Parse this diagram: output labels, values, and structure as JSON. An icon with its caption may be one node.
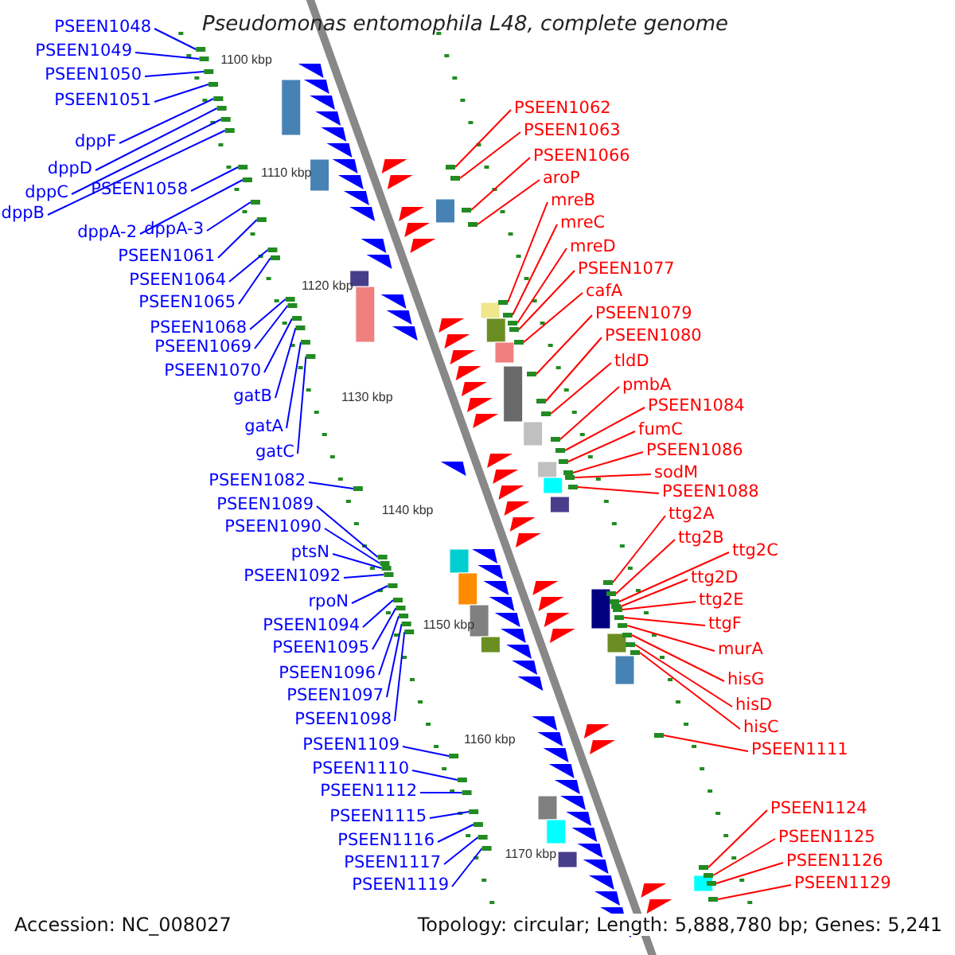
{
  "diagram": {
    "title": "Pseudomonas entomophila L48, complete genome",
    "nodes": [
      {
        "text": [
          "PSEEN1048"
        ]
      },
      {
        "text": [
          "PSEEN1049"
        ]
      },
      {
        "text": [
          "PSEEN1050"
        ]
      },
      {
        "text": [
          "PSEEN1051"
        ]
      },
      {
        "text": [
          "dppF"
        ]
      },
      {
        "text": [
          "dppD"
        ]
      },
      {
        "text": [
          "dppC"
        ]
      },
      {
        "text": [
          "dppB"
        ]
      },
      {
        "text": [
          "PSEEN1058"
        ]
      },
      {
        "text": [
          "dppA-2"
        ]
      },
      {
        "text": [
          "dppA-3"
        ]
      },
      {
        "text": [
          "PSEEN1061"
        ]
      },
      {
        "text": [
          "PSEEN1064"
        ]
      },
      {
        "text": [
          "PSEEN1065"
        ]
      },
      {
        "text": [
          "PSEEN1068"
        ]
      },
      {
        "text": [
          "PSEEN1069"
        ]
      },
      {
        "text": [
          "PSEEN1070"
        ]
      },
      {
        "text": [
          "gatB"
        ]
      },
      {
        "text": [
          "gatA"
        ]
      },
      {
        "text": [
          "gatC"
        ]
      },
      {
        "text": [
          "PSEEN1082"
        ]
      },
      {
        "text": [
          "PSEEN1089"
        ]
      },
      {
        "text": [
          "PSEEN1090"
        ]
      },
      {
        "text": [
          "ptsN"
        ]
      },
      {
        "text": [
          "PSEEN1092"
        ]
      },
      {
        "text": [
          "rpoN"
        ]
      },
      {
        "text": [
          "PSEEN1094"
        ]
      },
      {
        "text": [
          "PSEEN1095"
        ]
      },
      {
        "text": [
          "PSEEN1096"
        ]
      },
      {
        "text": [
          "PSEEN1097"
        ]
      },
      {
        "text": [
          "PSEEN1098"
        ]
      },
      {
        "text": [
          "PSEEN1109"
        ]
      },
      {
        "text": [
          "PSEEN1110"
        ]
      },
      {
        "text": [
          "PSEEN1112"
        ]
      },
      {
        "text": [
          "PSEEN1115"
        ]
      },
      {
        "text": [
          "PSEEN1116"
        ]
      },
      {
        "text": [
          "PSEEN1117"
        ]
      },
      {
        "text": [
          "PSEEN1119"
        ]
      },
      {
        "text": [
          "PSEEN1062"
        ]
      },
      {
        "text": [
          "PSEEN1063"
        ]
      },
      {
        "text": [
          "PSEEN1066"
        ]
      },
      {
        "text": [
          "aroP"
        ]
      },
      {
        "text": [
          "mreB"
        ]
      },
      {
        "text": [
          "mreC"
        ]
      },
      {
        "text": [
          "mreD"
        ]
      },
      {
        "text": [
          "PSEEN1077"
        ]
      },
      {
        "text": [
          "cafA"
        ]
      },
      {
        "text": [
          "PSEEN1079"
        ]
      },
      {
        "text": [
          "PSEEN1080"
        ]
      },
      {
        "text": [
          "tldD"
        ]
      },
      {
        "text": [
          "pmbA"
        ]
      },
      {
        "text": [
          "PSEEN1084"
        ]
      },
      {
        "text": [
          "fumC"
        ]
      },
      {
        "text": [
          "PSEEN1086"
        ]
      },
      {
        "text": [
          "sodM"
        ]
      },
      {
        "text": [
          "PSEEN1088"
        ]
      },
      {
        "text": [
          "ttg2A"
        ]
      },
      {
        "text": [
          "ttg2B"
        ]
      },
      {
        "text": [
          "ttg2C"
        ]
      },
      {
        "text": [
          "ttg2D"
        ]
      },
      {
        "text": [
          "ttg2E"
        ]
      },
      {
        "text": [
          "ttgF"
        ]
      },
      {
        "text": [
          "murA"
        ]
      },
      {
        "text": [
          "hisG"
        ]
      },
      {
        "text": [
          "hisD"
        ]
      },
      {
        "text": [
          "hisC"
        ]
      },
      {
        "text": [
          "PSEEN1111"
        ]
      },
      {
        "text": [
          "PSEEN1124"
        ]
      },
      {
        "text": [
          "PSEEN1125"
        ]
      },
      {
        "text": [
          "PSEEN1126"
        ]
      },
      {
        "text": [
          "PSEEN1129"
        ]
      },
      {
        "text": [],
        "shape": "bar"
      },
      {
        "text": [],
        "shape": "bar"
      },
      {
        "text": [],
        "shape": "bar"
      },
      {
        "text": [],
        "shape": "bar"
      },
      {
        "text": [],
        "shape": "bar"
      },
      {
        "text": [],
        "shape": "bar"
      },
      {
        "text": [],
        "shape": "bar"
      },
      {
        "text": [],
        "shape": "bar"
      },
      {
        "text": [],
        "shape": "bar"
      },
      {
        "text": [],
        "shape": "bar"
      },
      {
        "text": [],
        "shape": "bar"
      },
      {
        "text": [],
        "shape": "bar"
      },
      {
        "text": [],
        "shape": "bar"
      },
      {
        "text": [],
        "shape": "bar"
      },
      {
        "text": [],
        "shape": "bar"
      },
      {
        "text": [],
        "shape": "bar"
      },
      {
        "text": [],
        "shape": "bar"
      },
      {
        "text": [],
        "shape": "bar"
      },
      {
        "text": [],
        "shape": "bar"
      },
      {
        "text": [],
        "shape": "bar"
      },
      {
        "text": [],
        "shape": "bar"
      },
      {
        "text": [],
        "shape": "bar"
      },
      {
        "text": [],
        "shape": "bar"
      },
      {
        "text": [],
        "shape": "bar"
      },
      {
        "text": [],
        "shape": "bar"
      },
      {
        "text": [],
        "shape": "bar"
      },
      {
        "text": [],
        "shape": "bar"
      },
      {
        "text": [],
        "shape": "bar"
      },
      {
        "text": [],
        "shape": "bar"
      },
      {
        "text": [],
        "shape": "bar"
      },
      {
        "text": [],
        "shape": "bar"
      },
      {
        "text": [],
        "shape": "bar"
      },
      {
        "text": [],
        "shape": "bar"
      },
      {
        "text": [],
        "shape": "bar"
      },
      {
        "text": [],
        "shape": "bar"
      },
      {
        "text": [],
        "shape": "bar"
      },
      {
        "text": [],
        "shape": "bar"
      },
      {
        "text": [],
        "shape": "bar"
      },
      {
        "text": [],
        "shape": "bar"
      },
      {
        "text": [],
        "shape": "bar"
      },
      {
        "text": [],
        "shape": "bar"
      },
      {
        "text": [],
        "shape": "bar"
      },
      {
        "text": [],
        "shape": "bar"
      },
      {
        "text": [],
        "shape": "bar"
      },
      {
        "text": [],
        "shape": "bar"
      },
      {
        "text": [],
        "shape": "bar"
      },
      {
        "text": [],
        "shape": "bar"
      },
      {
        "text": [],
        "shape": "bar"
      },
      {
        "text": [],
        "shape": "bar"
      },
      {
        "text": [],
        "shape": "bar"
      },
      {
        "text": [],
        "shape": "bar"
      },
      {
        "text": [],
        "shape": "bar"
      },
      {
        "text": [],
        "shape": "bar"
      },
      {
        "text": [],
        "shape": "bar"
      },
      {
        "text": [],
        "shape": "bar"
      },
      {
        "text": [],
        "shape": "bar"
      },
      {
        "text": [],
        "shape": "bar"
      },
      {
        "text": [],
        "shape": "bar"
      },
      {
        "text": [],
        "shape": "bar"
      },
      {
        "text": [],
        "shape": "bar"
      },
      {
        "text": [],
        "shape": "bar"
      },
      {
        "text": [],
        "shape": "bar"
      },
      {
        "text": [],
        "shape": "bar"
      },
      {
        "text": [],
        "shape": "bar"
      },
      {
        "text": [],
        "shape": "bar"
      },
      {
        "text": [],
        "shape": "bar"
      },
      {
        "text": [],
        "shape": "bar"
      },
      {
        "text": [],
        "shape": "bar"
      },
      {
        "text": [],
        "shape": "bar"
      },
      {
        "text": [],
        "shape": "bar"
      },
      {
        "text": [],
        "shape": "bar"
      }
    ],
    "edges": [
      {
        "from": 0,
        "to": 71,
        "arrow": "none"
      },
      {
        "from": 1,
        "to": 72,
        "arrow": "none"
      },
      {
        "from": 2,
        "to": 73,
        "arrow": "none"
      },
      {
        "from": 3,
        "to": 74,
        "arrow": "none"
      },
      {
        "from": 4,
        "to": 75,
        "arrow": "none"
      },
      {
        "from": 5,
        "to": 76,
        "arrow": "none"
      },
      {
        "from": 6,
        "to": 77,
        "arrow": "none"
      },
      {
        "from": 7,
        "to": 78,
        "arrow": "none"
      },
      {
        "from": 8,
        "to": 79,
        "arrow": "none"
      },
      {
        "from": 9,
        "to": 80,
        "arrow": "none"
      },
      {
        "from": 10,
        "to": 81,
        "arrow": "none"
      },
      {
        "from": 11,
        "to": 82,
        "arrow": "none"
      },
      {
        "from": 12,
        "to": 83,
        "arrow": "none"
      },
      {
        "from": 13,
        "to": 84,
        "arrow": "none"
      },
      {
        "from": 14,
        "to": 85,
        "arrow": "none"
      },
      {
        "from": 15,
        "to": 86,
        "arrow": "none"
      },
      {
        "from": 16,
        "to": 87,
        "arrow": "none"
      },
      {
        "from": 17,
        "to": 88,
        "arrow": "none"
      },
      {
        "from": 18,
        "to": 89,
        "arrow": "none"
      },
      {
        "from": 19,
        "to": 90,
        "arrow": "none"
      },
      {
        "from": 20,
        "to": 91,
        "arrow": "none"
      },
      {
        "from": 21,
        "to": 92,
        "arrow": "none"
      },
      {
        "from": 22,
        "to": 93,
        "arrow": "none"
      },
      {
        "from": 23,
        "to": 94,
        "arrow": "none"
      },
      {
        "from": 24,
        "to": 95,
        "arrow": "none"
      },
      {
        "from": 25,
        "to": 96,
        "arrow": "none"
      },
      {
        "from": 26,
        "to": 97,
        "arrow": "none"
      },
      {
        "from": 27,
        "to": 98,
        "arrow": "none"
      },
      {
        "from": 28,
        "to": 99,
        "arrow": "none"
      },
      {
        "from": 29,
        "to": 100,
        "arrow": "none"
      },
      {
        "from": 30,
        "to": 101,
        "arrow": "none"
      },
      {
        "from": 31,
        "to": 102,
        "arrow": "none"
      },
      {
        "from": 32,
        "to": 103,
        "arrow": "none"
      },
      {
        "from": 33,
        "to": 104,
        "arrow": "none"
      },
      {
        "from": 34,
        "to": 105,
        "arrow": "none"
      },
      {
        "from": 35,
        "to": 106,
        "arrow": "none"
      },
      {
        "from": 36,
        "to": 107,
        "arrow": "none"
      },
      {
        "from": 37,
        "to": 108,
        "arrow": "none"
      },
      {
        "from": 38,
        "to": 109,
        "arrow": "none",
        "color": "#ff0000"
      },
      {
        "from": 39,
        "to": 110,
        "arrow": "none",
        "color": "#ff0000"
      },
      {
        "from": 40,
        "to": 111,
        "arrow": "none",
        "color": "#ff0000"
      },
      {
        "from": 41,
        "to": 112,
        "arrow": "none",
        "color": "#ff0000"
      },
      {
        "from": 42,
        "to": 113,
        "arrow": "none",
        "color": "#ff0000"
      },
      {
        "from": 43,
        "to": 114,
        "arrow": "none",
        "color": "#ff0000"
      },
      {
        "from": 44,
        "to": 115,
        "arrow": "none",
        "color": "#ff0000"
      },
      {
        "from": 45,
        "to": 116,
        "arrow": "none",
        "color": "#ff0000"
      },
      {
        "from": 46,
        "to": 117,
        "arrow": "none",
        "color": "#ff0000"
      },
      {
        "from": 47,
        "to": 118,
        "arrow": "none",
        "color": "#ff0000"
      },
      {
        "from": 48,
        "to": 119,
        "arrow": "none",
        "color": "#ff0000"
      },
      {
        "from": 49,
        "to": 120,
        "arrow": "none",
        "color": "#ff0000"
      },
      {
        "from": 50,
        "to": 121,
        "arrow": "none",
        "color": "#ff0000"
      },
      {
        "from": 51,
        "to": 122,
        "arrow": "none",
        "color": "#ff0000"
      },
      {
        "from": 52,
        "to": 123,
        "arrow": "none",
        "color": "#ff0000"
      },
      {
        "from": 53,
        "to": 124,
        "arrow": "none",
        "color": "#ff0000"
      },
      {
        "from": 54,
        "to": 125,
        "arrow": "none",
        "color": "#ff0000"
      },
      {
        "from": 55,
        "to": 126,
        "arrow": "none",
        "color": "#ff0000"
      },
      {
        "from": 56,
        "to": 127,
        "arrow": "none",
        "color": "#ff0000"
      },
      {
        "from": 57,
        "to": 128,
        "arrow": "none",
        "color": "#ff0000"
      },
      {
        "from": 58,
        "to": 129,
        "arrow": "none",
        "color": "#ff0000"
      },
      {
        "from": 59,
        "to": 130,
        "arrow": "none",
        "color": "#ff0000"
      },
      {
        "from": 60,
        "to": 131,
        "arrow": "none",
        "color": "#ff0000"
      },
      {
        "from": 61,
        "to": 132,
        "arrow": "none",
        "color": "#ff0000"
      },
      {
        "from": 62,
        "to": 133,
        "arrow": "none",
        "color": "#ff0000"
      },
      {
        "from": 63,
        "to": 134,
        "arrow": "none",
        "color": "#ff0000"
      },
      {
        "from": 64,
        "to": 135,
        "arrow": "none",
        "color": "#ff0000"
      },
      {
        "from": 65,
        "to": 136,
        "arrow": "none",
        "color": "#ff0000"
      },
      {
        "from": 66,
        "to": 137,
        "arrow": "none",
        "color": "#ff0000"
      },
      {
        "from": 67,
        "to": 138,
        "arrow": "none",
        "color": "#ff0000"
      },
      {
        "from": 68,
        "to": 139,
        "arrow": "none",
        "color": "#ff0000"
      },
      {
        "from": 69,
        "to": 140,
        "arrow": "none",
        "color": "#ff0000"
      },
      {
        "from": 70,
        "to": 141,
        "arrow": "none",
        "color": "#ff0000"
      }
    ],
    "labels": [
      "1100 kbp",
      "1110 kbp",
      "1120 kbp",
      "1130 kbp",
      "1140 kbp",
      "1150 kbp",
      "1160 kbp",
      "1170 kbp",
      "Accession: NC_008027",
      "Topology: circular; Length: 5,888,780 bp; Genes: 5,241"
    ]
  }
}
